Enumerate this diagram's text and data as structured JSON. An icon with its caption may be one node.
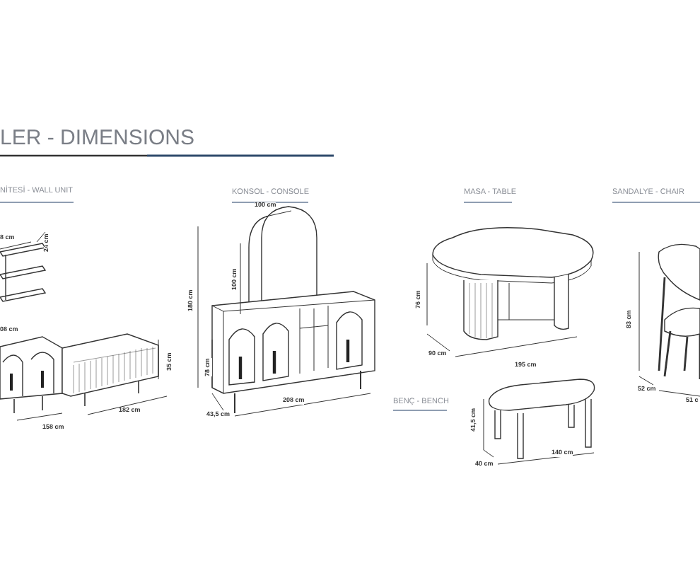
{
  "diagram": {
    "labels": [
      "LER - DIMENSIONS",
      "NİTESİ - WALL UNIT",
      "8 cm",
      "24 cm",
      "08 cm",
      "35 cm",
      "158 cm",
      "182 cm",
      "KONSOL - CONSOLE",
      "100 cm",
      "100 cm",
      "180 cm",
      "78 cm",
      "43,5 cm",
      "208 cm",
      "MASA - TABLE",
      "76 cm",
      "90 cm",
      "195 cm",
      "SANDALYE - CHAIR",
      "83 cm",
      "52 cm",
      "51 c",
      "BENÇ - BENCH",
      "41,5 cm",
      "40 cm",
      "140 cm"
    ]
  }
}
